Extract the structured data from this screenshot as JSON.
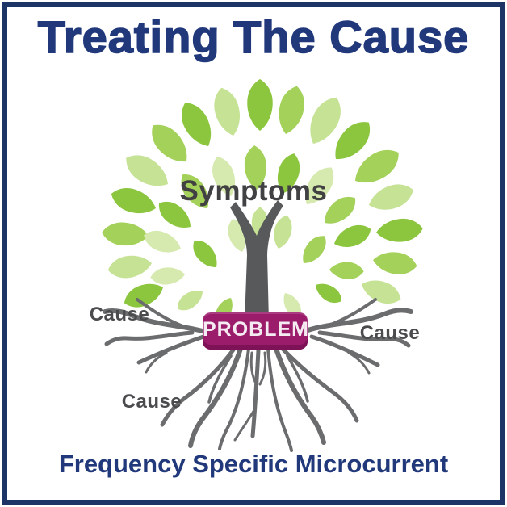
{
  "title": "Treating The Cause",
  "footer": "Frequency Specific Microcurrent",
  "tree": {
    "canopy_label": "Symptoms",
    "problem_label": "PROBLEM",
    "cause_labels": [
      "Cause",
      "Cause",
      "Cause"
    ]
  },
  "colors": {
    "navy": "#21397B",
    "border_navy": "#1C3566",
    "magenta": "#9C1C6C",
    "magenta_dark": "#7D1257",
    "trunk_gray": "#58595B",
    "root_gray": "#6B6C6E",
    "symptoms_text": "#414042",
    "cause_text": "#4A4B4D",
    "leaf_greens": [
      "#8CC63E",
      "#A3D159",
      "#C5E295",
      "#D6EAB0",
      "#97CB4B"
    ]
  }
}
